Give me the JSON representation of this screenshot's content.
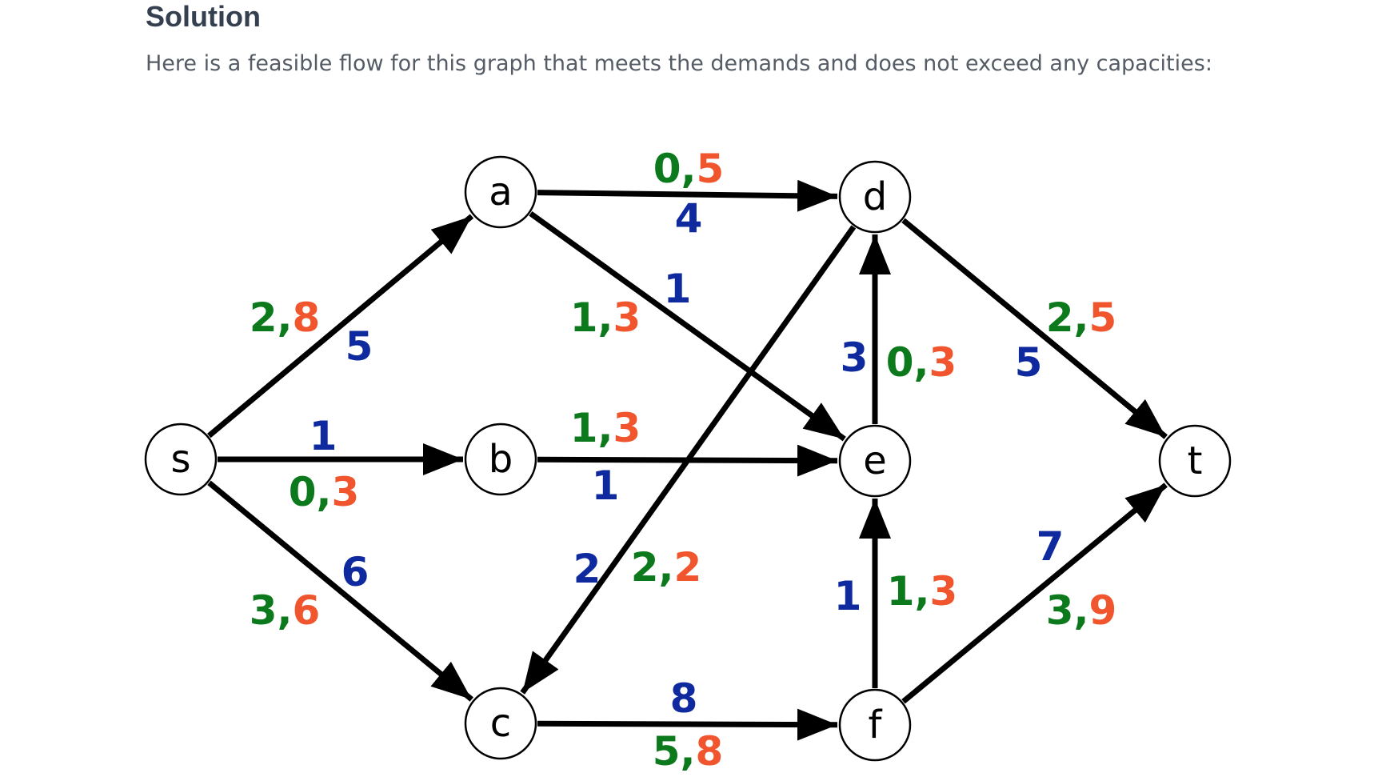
{
  "heading": "Solution",
  "intro": "Here is a feasible flow for this graph that meets the demands and does not exceed any capacities:",
  "colors": {
    "flow": "#0e2a9e",
    "lower": "#0c7a1c",
    "capacity": "#f0552e"
  },
  "nodes": [
    {
      "id": "s",
      "label": "s"
    },
    {
      "id": "a",
      "label": "a"
    },
    {
      "id": "b",
      "label": "b"
    },
    {
      "id": "c",
      "label": "c"
    },
    {
      "id": "d",
      "label": "d"
    },
    {
      "id": "e",
      "label": "e"
    },
    {
      "id": "f",
      "label": "f"
    },
    {
      "id": "t",
      "label": "t"
    }
  ],
  "edges": [
    {
      "id": "s-a",
      "from": "s",
      "to": "a",
      "flow": "5",
      "lower": "2",
      "capacity": "8"
    },
    {
      "id": "s-b",
      "from": "s",
      "to": "b",
      "flow": "1",
      "lower": "0",
      "capacity": "3"
    },
    {
      "id": "s-c",
      "from": "s",
      "to": "c",
      "flow": "6",
      "lower": "3",
      "capacity": "6"
    },
    {
      "id": "a-d",
      "from": "a",
      "to": "d",
      "flow": "4",
      "lower": "0",
      "capacity": "5"
    },
    {
      "id": "a-e",
      "from": "a",
      "to": "e",
      "flow": "1",
      "lower": "1",
      "capacity": "3"
    },
    {
      "id": "b-e",
      "from": "b",
      "to": "e",
      "flow": "1",
      "lower": "1",
      "capacity": "3"
    },
    {
      "id": "d-c",
      "from": "d",
      "to": "c",
      "flow": "2",
      "lower": "2",
      "capacity": "2"
    },
    {
      "id": "c-f",
      "from": "c",
      "to": "f",
      "flow": "8",
      "lower": "5",
      "capacity": "8"
    },
    {
      "id": "e-d",
      "from": "e",
      "to": "d",
      "flow": "3",
      "lower": "0",
      "capacity": "3"
    },
    {
      "id": "f-e",
      "from": "f",
      "to": "e",
      "flow": "1",
      "lower": "1",
      "capacity": "3"
    },
    {
      "id": "d-t",
      "from": "d",
      "to": "t",
      "flow": "5",
      "lower": "2",
      "capacity": "5"
    },
    {
      "id": "f-t",
      "from": "f",
      "to": "t",
      "flow": "7",
      "lower": "3",
      "capacity": "9"
    }
  ]
}
